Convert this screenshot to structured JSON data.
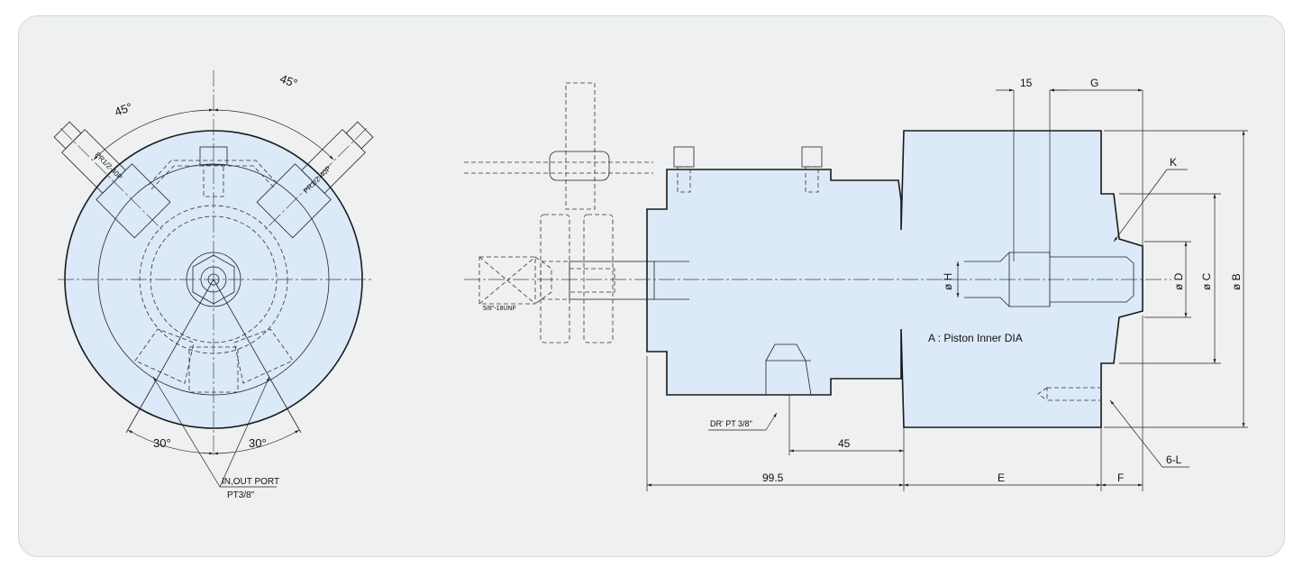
{
  "left_view": {
    "angles": {
      "top_left": "45°",
      "top_right": "45°",
      "bottom_left": "30°",
      "bottom_right": "30°"
    },
    "plug_labels": {
      "left": "PR1/2-40P",
      "right": "PR1/2-40P"
    },
    "port_label": {
      "line1": "IN,OUT PORT",
      "line2": "PT3/8\""
    }
  },
  "side_view": {
    "thread_label": "5/8\"-18UNF",
    "drain_label": "DR' PT 3/8\"",
    "note": "A : Piston Inner DIA",
    "dimensions": {
      "d15": "15",
      "G": "G",
      "K": "K",
      "phiH": "ø H",
      "phiD": "ø D",
      "phiC": "ø C",
      "phiB": "ø B",
      "d45": "45",
      "d99_5": "99.5",
      "E": "E",
      "F": "F",
      "sixL": "6-L"
    }
  },
  "colors": {
    "body_fill": "#dbe9f8",
    "panel": "#eef0f1",
    "line": "#1a1a1a"
  }
}
